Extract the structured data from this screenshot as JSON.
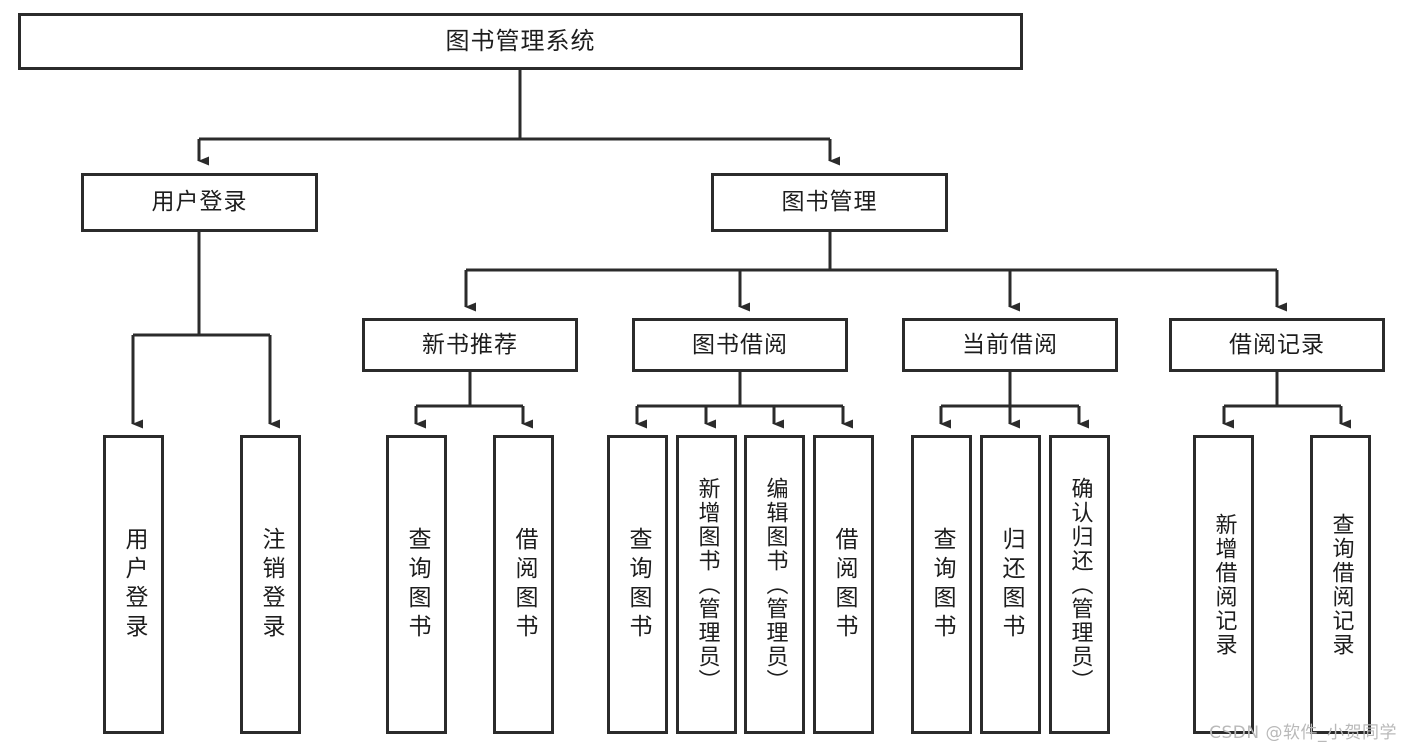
{
  "diagram": {
    "title": "图书管理系统",
    "type": "tree-hierarchy-chart",
    "watermark": "CSDN @软件_小贺同学",
    "stroke_color": "#2b2b2b",
    "text_color": "#1d1d1d",
    "background_color": "#ffffff"
  },
  "nodes": {
    "root": {
      "label": "图书管理系统"
    },
    "level2": [
      {
        "label": "用户登录"
      },
      {
        "label": "图书管理"
      }
    ],
    "level3": [
      {
        "label": "新书推荐"
      },
      {
        "label": "图书借阅"
      },
      {
        "label": "当前借阅"
      },
      {
        "label": "借阅记录"
      }
    ],
    "leaves": {
      "user_login": [
        {
          "label": "用户登录"
        },
        {
          "label": "注销登录"
        }
      ],
      "new_book_recommend": [
        {
          "label": "查询图书"
        },
        {
          "label": "借阅图书"
        }
      ],
      "book_borrow": [
        {
          "label": "查询图书"
        },
        {
          "label": "新增图书（管理员）"
        },
        {
          "label": "编辑图书（管理员）"
        },
        {
          "label": "借阅图书"
        }
      ],
      "current_borrow": [
        {
          "label": "查询图书"
        },
        {
          "label": "归还图书"
        },
        {
          "label": "确认归还（管理员）"
        }
      ],
      "borrow_record": [
        {
          "label": "新增借阅记录"
        },
        {
          "label": "查询借阅记录"
        }
      ]
    }
  }
}
